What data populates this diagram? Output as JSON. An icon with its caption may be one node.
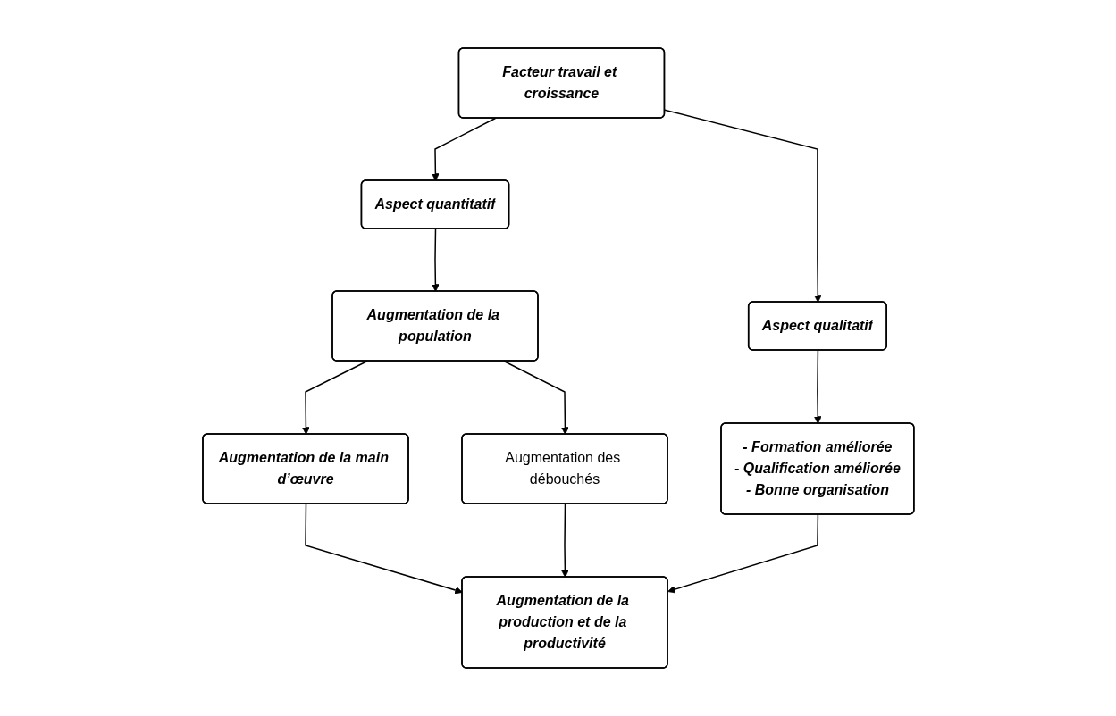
{
  "diagram": {
    "nodes": [
      {
        "text": [
          "Facteur travail et croissance"
        ]
      },
      {
        "text": [
          "Aspect quantitatif"
        ]
      },
      {
        "text": [
          "Aspect qualitatif"
        ]
      },
      {
        "text": [
          "Augmentation de la population"
        ]
      },
      {
        "text": [
          "- Formation améliorée",
          "- Qualification améliorée",
          "- Bonne organisation"
        ]
      },
      {
        "text": [
          "Augmentation de la main d’œuvre"
        ]
      },
      {
        "text": [
          "Augmentation des débouchés"
        ]
      },
      {
        "text": [
          "Augmentation de la production et de la productivité"
        ]
      }
    ],
    "edges": [
      {
        "from": 0,
        "to": 1,
        "arrow": "to"
      },
      {
        "from": 0,
        "to": 2,
        "arrow": "to"
      },
      {
        "from": 1,
        "to": 3,
        "arrow": "to"
      },
      {
        "from": 2,
        "to": 4,
        "arrow": "to"
      },
      {
        "from": 3,
        "to": 5,
        "arrow": "to"
      },
      {
        "from": 3,
        "to": 6,
        "arrow": "to"
      },
      {
        "from": 5,
        "to": 7,
        "arrow": "to"
      },
      {
        "from": 6,
        "to": 7,
        "arrow": "to"
      },
      {
        "from": 4,
        "to": 7,
        "arrow": "to"
      }
    ]
  }
}
